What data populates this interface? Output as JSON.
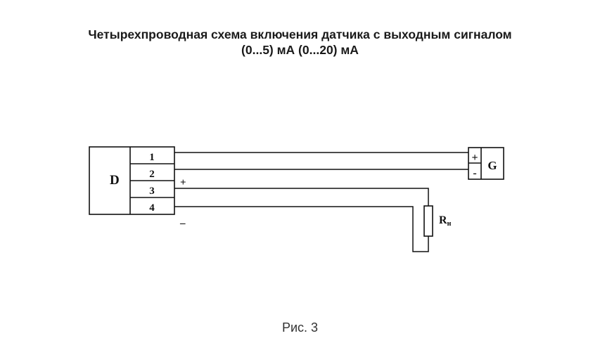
{
  "title": {
    "line1": "Четырехпроводная схема включения датчика с выходным сигналом",
    "line2": "(0...5) мА (0...20) мА"
  },
  "diagram": {
    "sensor_label": "D",
    "terminals": [
      "1",
      "2",
      "3",
      "4"
    ],
    "plus_label": "+",
    "minus_label": "–",
    "source_label": "G",
    "source_plus": "+",
    "source_minus": "-",
    "load_label_main": "R",
    "load_label_sub": "н"
  },
  "caption": "Рис. 3"
}
